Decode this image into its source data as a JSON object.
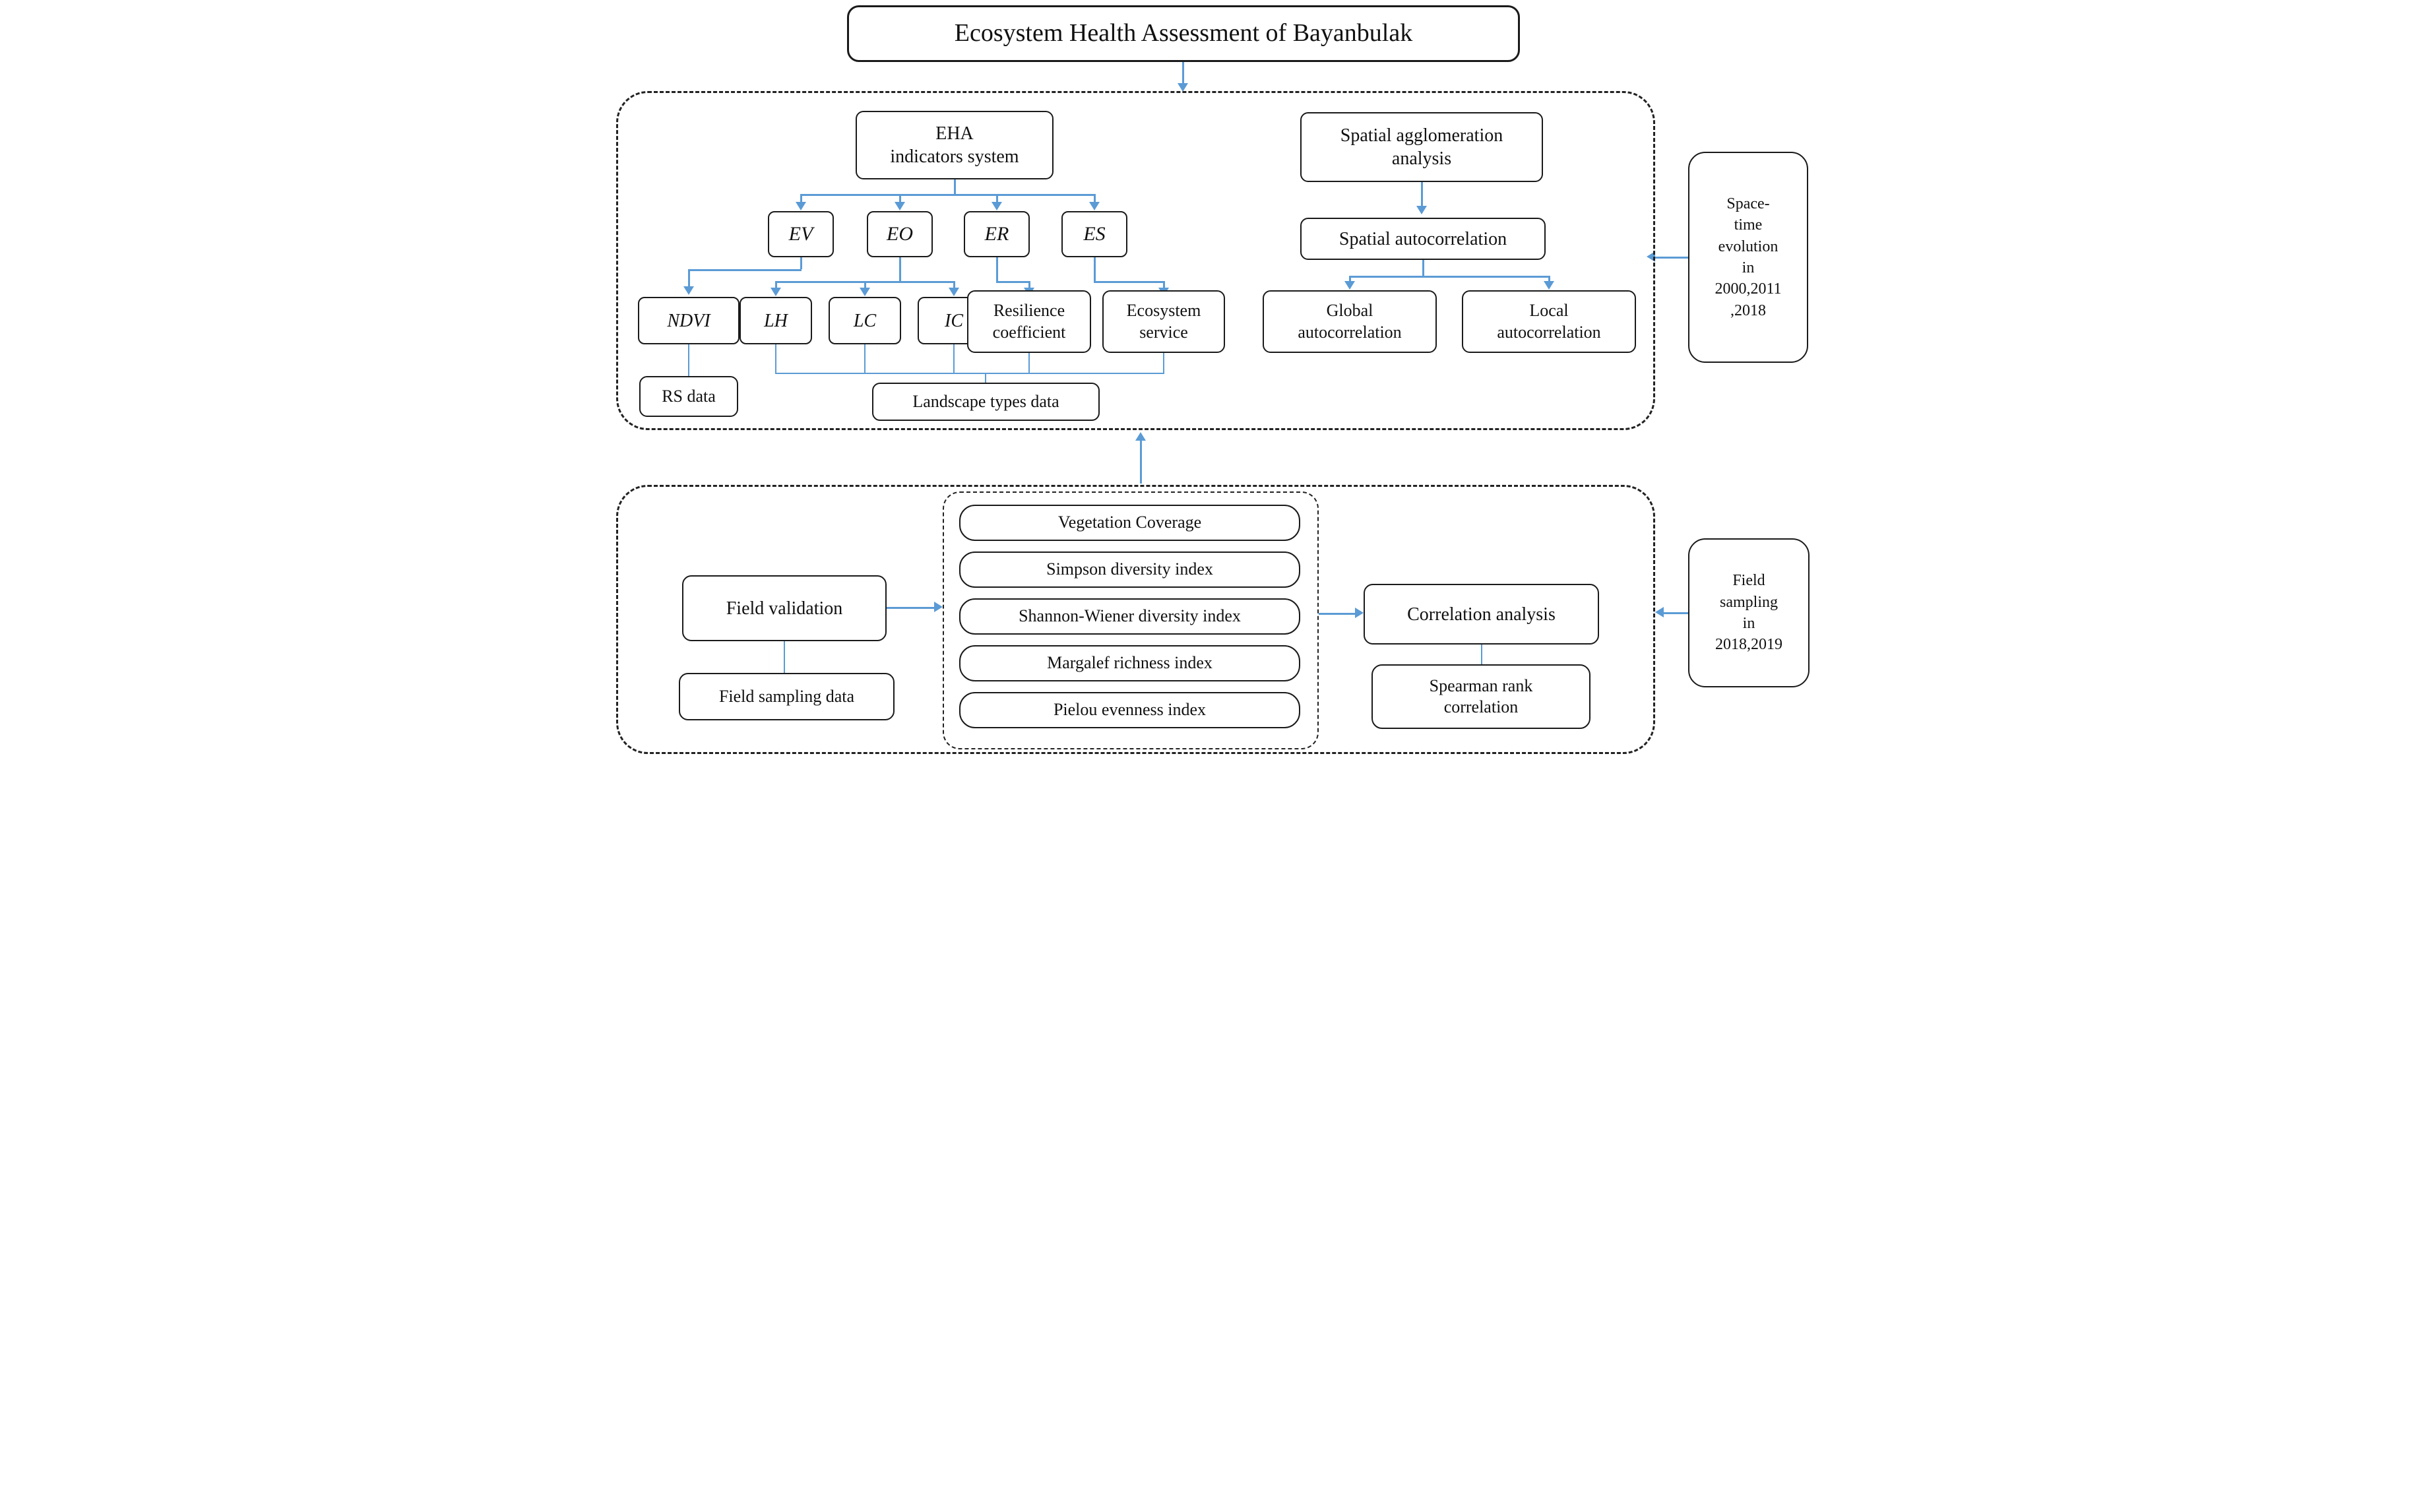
{
  "diagram_title": "Ecosystem Health Assessment of Bayanbulak",
  "colors": {
    "arrow_blue": "#5b9bd5",
    "box_border": "#1a1a1a",
    "dash_border": "#222222"
  },
  "top": {
    "eha": {
      "line1": "EHA",
      "line2": "indicators system"
    },
    "ev": "EV",
    "eo": "EO",
    "er": "ER",
    "es": "ES",
    "ndvi": "NDVI",
    "lh": "LH",
    "lc": "LC",
    "ic": "IC",
    "resilience": {
      "line1": "Resilience",
      "line2": "coefficient"
    },
    "eco_service": {
      "line1": "Ecosystem",
      "line2": "service"
    },
    "rs_data": "RS data",
    "landscape": "Landscape types data",
    "agglomeration": {
      "line1": "Spatial agglomeration",
      "line2": "analysis"
    },
    "autocorrelation": "Spatial autocorrelation",
    "global_box": {
      "line1": "Global",
      "line2": "autocorrelation"
    },
    "local_box": {
      "line1": "Local",
      "line2": "autocorrelation"
    }
  },
  "right": {
    "space_time": {
      "line1": "Space-",
      "line2": "time",
      "line3": "evolution",
      "line4": "in",
      "line5": "2000,2011",
      "line6": ",2018"
    },
    "field_sampling": {
      "line1": "Field",
      "line2": "sampling",
      "line3": "in",
      "line4": "2018,2019"
    }
  },
  "bottom": {
    "field_validation": "Field validation",
    "field_sampling_data": "Field sampling data",
    "indices": [
      "Vegetation Coverage",
      "Simpson diversity index",
      "Shannon-Wiener diversity index",
      "Margalef richness index",
      "Pielou evenness index"
    ],
    "correlation": "Correlation analysis",
    "spearman": {
      "line1": "Spearman rank",
      "line2": "correlation"
    }
  }
}
